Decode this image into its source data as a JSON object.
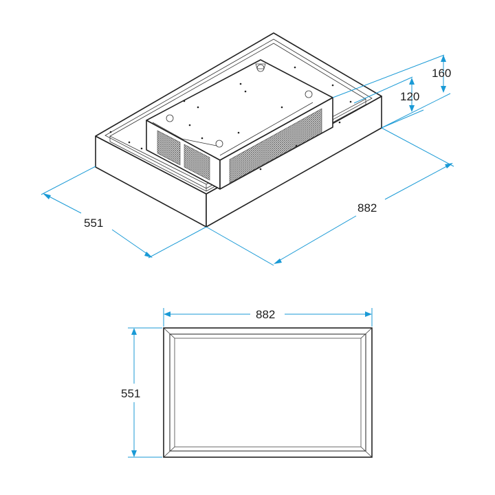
{
  "colors": {
    "dimension": "#1a9ad6",
    "outline": "#222222",
    "mesh": "#6e6e6e",
    "background": "#ffffff"
  },
  "perspective_view": {
    "dimensions": {
      "depth": "551",
      "width": "882",
      "total_height": "160",
      "body_height": "120"
    }
  },
  "top_view": {
    "dimensions": {
      "width": "882",
      "depth": "551"
    }
  }
}
